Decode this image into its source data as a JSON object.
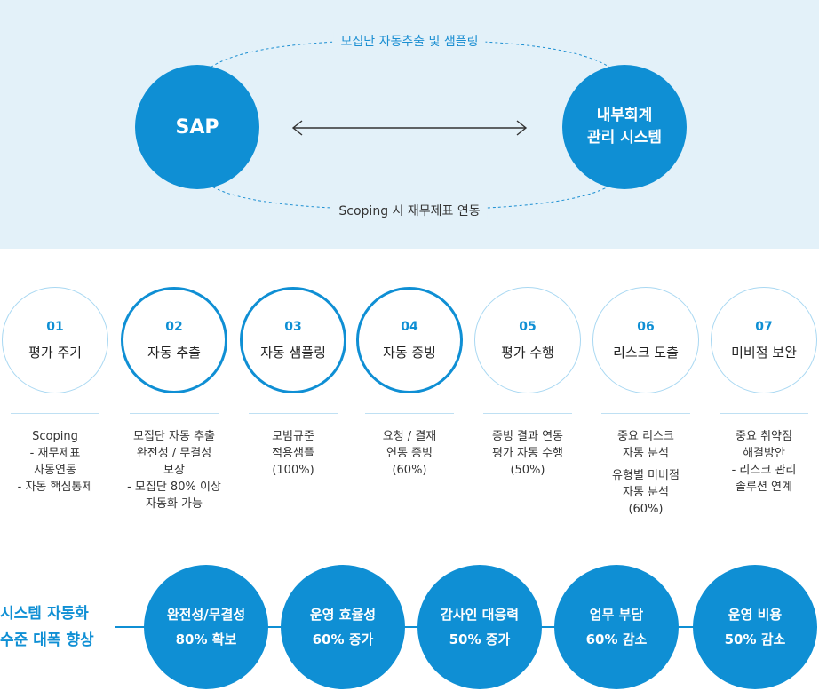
{
  "top": {
    "sap_label": "SAP",
    "ics_label": [
      "내부회계",
      "관리 시스템"
    ],
    "arc_top_label": "모집단 자동추출 및 샘플링",
    "arc_bottom_label": "Scoping 시 재무제표 연동"
  },
  "steps": [
    {
      "num": "01",
      "title": "평가 주기",
      "emphasis": false,
      "desc": [
        "Scoping",
        "- 재무제표",
        "자동연동",
        "- 자동 핵심통제"
      ]
    },
    {
      "num": "02",
      "title": "자동 추출",
      "emphasis": true,
      "desc": [
        "모집단 자동 추출",
        "완전성 / 무결성",
        "보장",
        "- 모집단 80% 이상",
        "자동화 가능"
      ]
    },
    {
      "num": "03",
      "title": "자동 샘플링",
      "emphasis": true,
      "desc": [
        "모범규준",
        "적용샘플",
        "(100%)"
      ]
    },
    {
      "num": "04",
      "title": "자동 증빙",
      "emphasis": true,
      "desc": [
        "요청 / 결재",
        "연동 증빙",
        "(60%)"
      ]
    },
    {
      "num": "05",
      "title": "평가 수행",
      "emphasis": false,
      "desc": [
        "증빙 결과 연동",
        "평가 자동 수행",
        "(50%)"
      ]
    },
    {
      "num": "06",
      "title": "리스크 도출",
      "emphasis": false,
      "desc": [
        "중요 리스크",
        "자동 분석",
        "유형별 미비점",
        "자동 분석",
        "(60%)"
      ]
    },
    {
      "num": "07",
      "title": "미비점 보완",
      "emphasis": false,
      "desc": [
        "중요 취약점",
        "해결방안",
        "- 리스크 관리",
        "솔루션 연계"
      ]
    }
  ],
  "bottom": {
    "title": [
      "시스템 자동화",
      "수준 대폭 향상"
    ],
    "results": [
      [
        "완전성/무결성",
        "80% 확보"
      ],
      [
        "운영 효율성",
        "60% 증가"
      ],
      [
        "감사인 대응력",
        "50% 증가"
      ],
      [
        "업무 부담",
        "60% 감소"
      ],
      [
        "운영 비용",
        "50% 감소"
      ]
    ]
  },
  "colors": {
    "accent": "#0f8fd4",
    "panel": "#e3f1f9",
    "light_border": "#a9d8f2"
  }
}
